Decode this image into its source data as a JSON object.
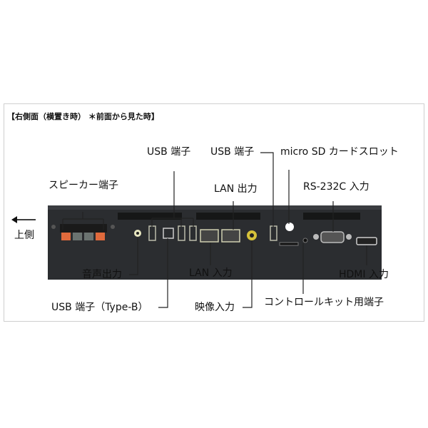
{
  "title": "【右側面（横置き時） ＊前面から見た時】",
  "direction": {
    "arrow": "←",
    "label": "上側"
  },
  "labels": {
    "speaker": "スピーカー端子",
    "usb_top_left": "USB 端子",
    "usb_top_right": "USB 端子",
    "micro_sd": "micro SD カードスロット",
    "lan_out": "LAN 出力",
    "rs232c": "RS-232C 入力",
    "audio_out": "音声出力",
    "usb_type_b": "USB 端子（Type-B）",
    "lan_in": "LAN 入力",
    "video_in": "映像入力",
    "control_kit": "コントロールキット用端子",
    "hdmi_in": "HDMI 入力"
  },
  "colors": {
    "panel": "#2b2d30",
    "speaker_red": "#e06a3c",
    "speaker_gray": "#6b7370",
    "video_yellow": "#d6c23a"
  }
}
